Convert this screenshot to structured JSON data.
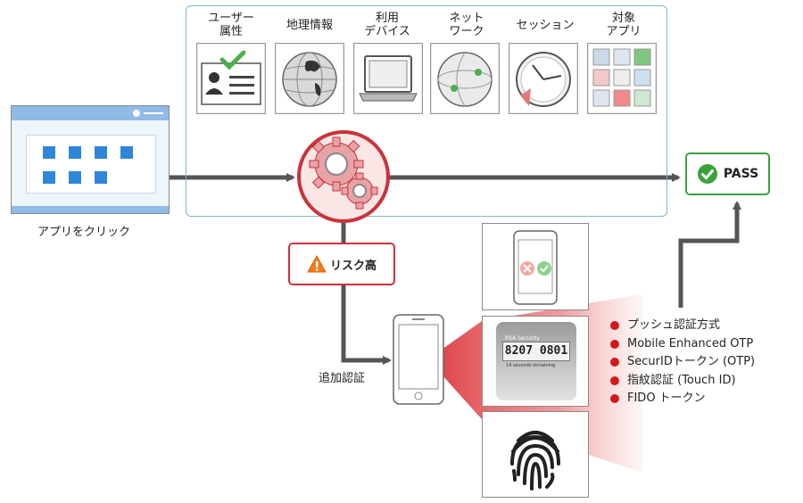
{
  "context": {
    "attributes": [
      {
        "label": "ユーザー\n属性",
        "icon": "user-attribute-icon"
      },
      {
        "label": "地理情報",
        "icon": "globe-icon"
      },
      {
        "label": "利用\nデバイス",
        "icon": "laptop-icon"
      },
      {
        "label": "ネット\nワーク",
        "icon": "network-icon"
      },
      {
        "label": "セッション",
        "icon": "clock-icon"
      },
      {
        "label": "対象\nアプリ",
        "icon": "app-grid-icon"
      }
    ]
  },
  "app": {
    "caption": "アプリをクリック",
    "icon": "browser-window-icon"
  },
  "engine": {
    "icon": "gears-icon"
  },
  "risk": {
    "label": "リスク高",
    "icon": "warning-icon"
  },
  "pass": {
    "label": "PASS",
    "icon": "check-circle-icon"
  },
  "stepup": {
    "label": "追加認証",
    "icon": "smartphone-icon"
  },
  "token": {
    "brand": "RSA Security",
    "code": "8207 0801",
    "remaining": "14 seconds remaining"
  },
  "methods": [
    "プッシュ認証方式",
    "Mobile Enhanced OTP",
    "SecurIDトークン (OTP)",
    "指紋認証 (Touch ID)",
    "FIDO トークン"
  ],
  "colors": {
    "frame": "#7fb5d5",
    "risk": "#c9333a",
    "pass": "#3aa23a",
    "arrow": "#555555",
    "bullet": "#d11919"
  }
}
